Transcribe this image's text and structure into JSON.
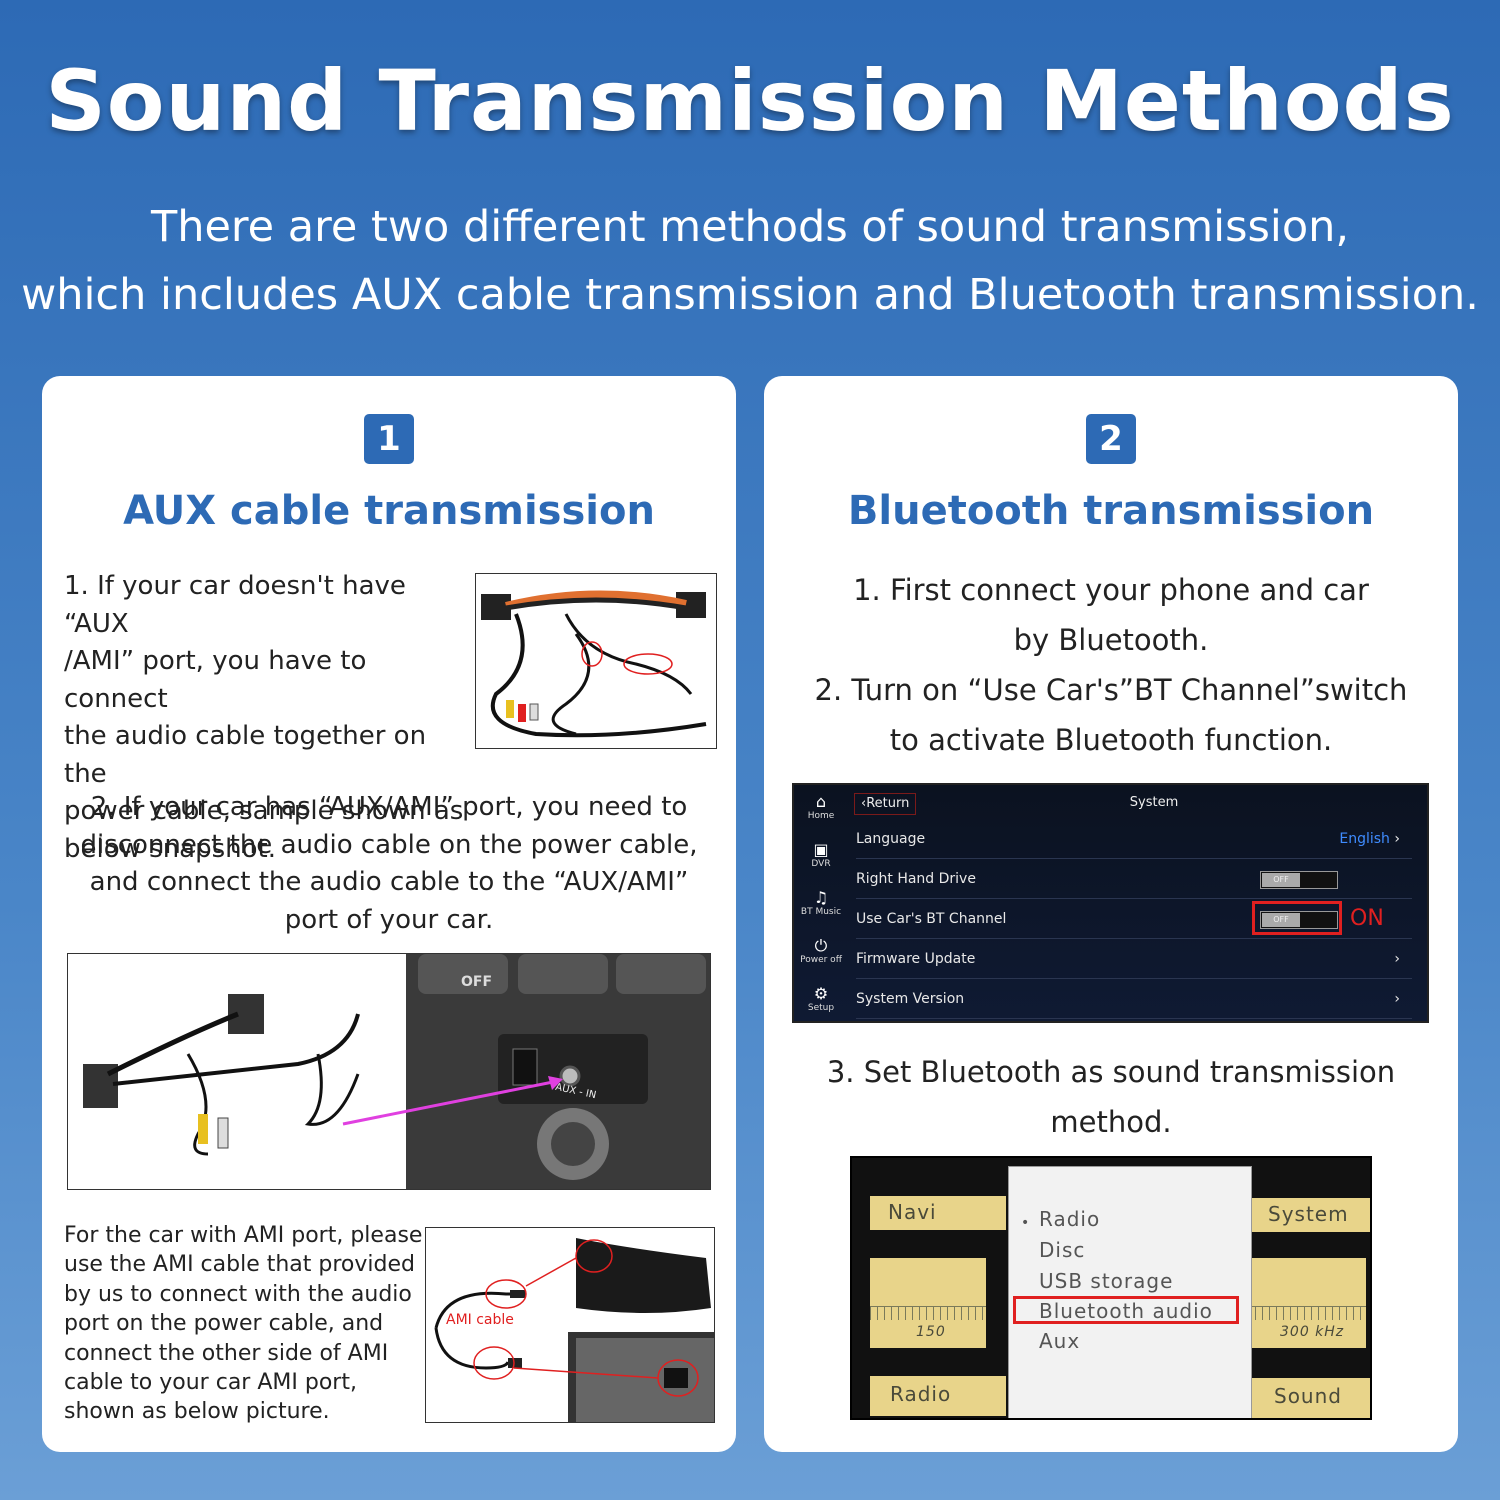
{
  "header": {
    "title": "Sound Transmission Methods",
    "subtitle_line1": "There are two different methods of sound transmission,",
    "subtitle_line2": "which includes AUX cable transmission and Bluetooth transmission."
  },
  "left_card": {
    "number": "1",
    "title": "AUX cable transmission",
    "para1": [
      "1. If your car doesn't have “AUX",
      "/AMI” port, you have to connect",
      "the audio cable together on the",
      "power cable, sample shown as",
      "below snapshot."
    ],
    "para2": [
      "2. If your car has “AUX/AMI” port, you need to",
      "disconnect the audio cable on the power cable,",
      "and connect the audio cable to the “AUX/AMI”",
      "port of your car."
    ],
    "para3": [
      "For the car with AMI port, please",
      "use the AMI cable that provided",
      "by us to connect with the audio",
      "port on the power cable, and",
      "connect the other side of AMI",
      "cable to your car AMI port,",
      "shown as below picture."
    ],
    "aux_label": "AUX - IN",
    "off_label": "OFF",
    "ami_cable_label": "AMI cable"
  },
  "right_card": {
    "number": "2",
    "title": "Bluetooth transmission",
    "steps": [
      "1. First connect your phone and car",
      "by Bluetooth.",
      "2. Turn on “Use Car's”BT Channel”switch",
      "to activate Bluetooth function."
    ],
    "step3": [
      "3. Set Bluetooth as sound transmission",
      "method."
    ],
    "system_screen": {
      "return_label": "Return",
      "title": "System",
      "sidebar": [
        "Home",
        "DVR",
        "BT Music",
        "Power off",
        "Setup"
      ],
      "rows": [
        {
          "label": "Language",
          "value": "English"
        },
        {
          "label": "Right Hand Drive",
          "value": "OFF"
        },
        {
          "label": "Use Car's BT Channel",
          "value": "OFF"
        },
        {
          "label": "Firmware Update",
          "value": ""
        },
        {
          "label": "System Version",
          "value": ""
        }
      ],
      "on_label": "ON",
      "highlight_color": "#e02020"
    },
    "radio_screen": {
      "left_top": "Navi",
      "left_bottom": "Radio",
      "right_top": "System",
      "right_bottom": "Sound",
      "freq_left": "150",
      "freq_right": "300  kHz",
      "menu": [
        "Radio",
        "Disc",
        "USB storage",
        "Bluetooth audio",
        "Aux"
      ]
    }
  },
  "colors": {
    "brand_blue": "#2d6ab5",
    "highlight_red": "#e02020",
    "arrow_magenta": "#e040e0"
  }
}
